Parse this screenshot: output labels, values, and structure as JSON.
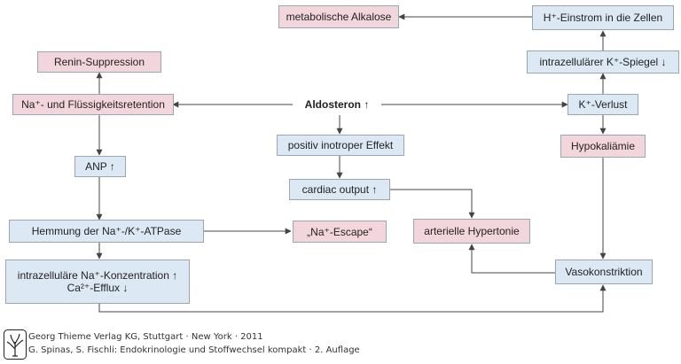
{
  "nodes": {
    "metabolische_alkalose": "metabolische Alkalose",
    "h_einstrom": "H⁺-Einstrom in die Zellen",
    "renin_suppression": "Renin-Suppression",
    "intrazellulaerer_k_spiegel": "intrazellulärer K⁺-Spiegel ↓",
    "na_fluessigkeitsretention": "Na⁺- und Flüssigkeitsretention",
    "aldosteron": "Aldosteron ↑",
    "k_verlust": "K⁺-Verlust",
    "positiv_inotroper_effekt": "positiv inotroper Effekt",
    "hypokaliaemie": "Hypokaliämie",
    "anp": "ANP ↑",
    "cardiac_output": "cardiac output ↑",
    "hemmung_atpase": "Hemmung der Na⁺-/K⁺-ATPase",
    "na_escape": "„Na⁺-Escape“",
    "arterielle_hypertonie": "arterielle Hypertonie",
    "intrazellulaere_na_line1": "intrazelluläre Na⁺-Konzentration ↑",
    "intrazellulaere_na_line2": "Ca²⁺-Efflux ↓",
    "vasokonstriktion": "Vasokonstriktion"
  },
  "footer": {
    "line1": "Georg Thieme Verlag KG, Stuttgart · New York · 2011",
    "line2": "G. Spinas, S. Fischli: Endokrinologie und Stoffwechsel kompakt · 2. Auflage"
  },
  "colors": {
    "pink_box": "#f3d6db",
    "blue_box": "#dce9f5",
    "border": "#9aa6b2",
    "arrow": "#444444"
  }
}
